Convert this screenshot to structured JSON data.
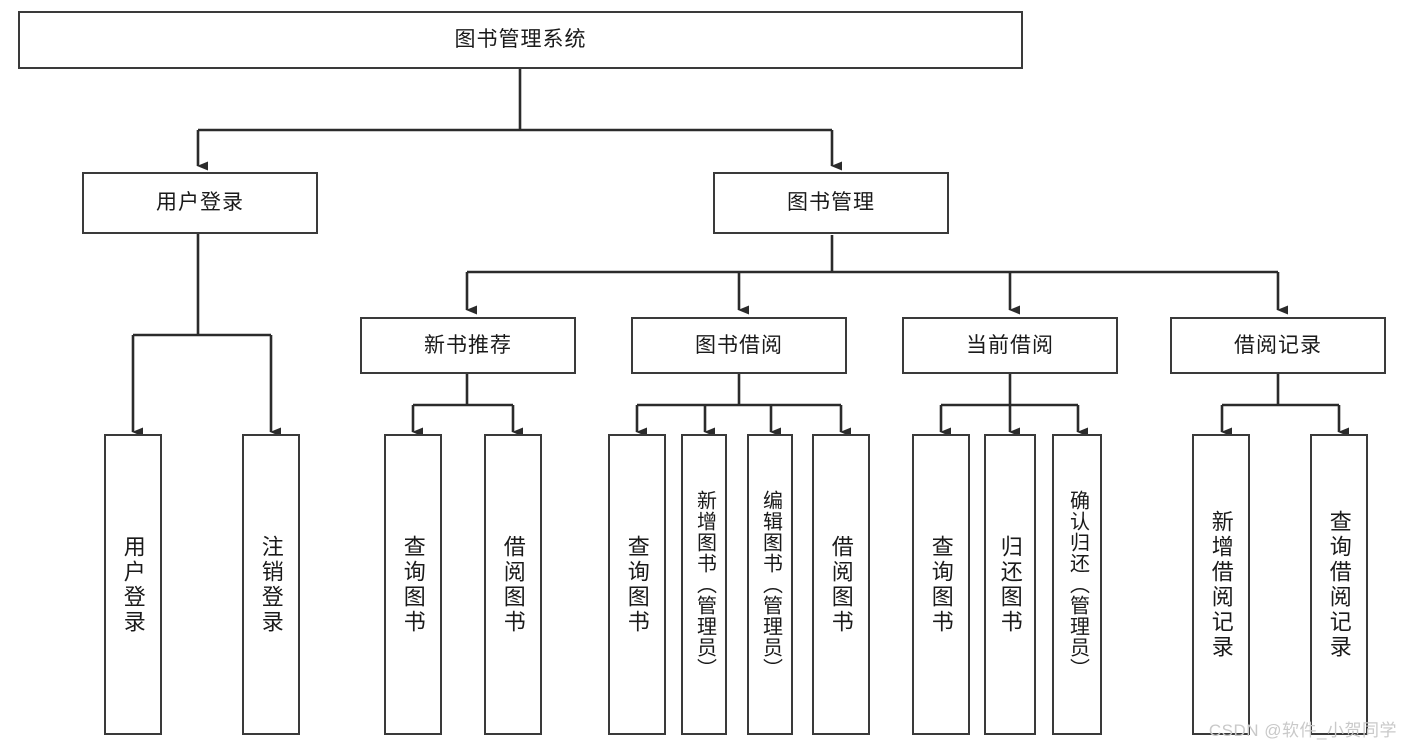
{
  "diagram": {
    "title": "图书管理系统",
    "type": "hierarchy-tree",
    "root": {
      "label": "图书管理系统"
    },
    "level1": [
      {
        "label": "用户登录"
      },
      {
        "label": "图书管理"
      }
    ],
    "level2": [
      {
        "label": "新书推荐",
        "parent": "图书管理"
      },
      {
        "label": "图书借阅",
        "parent": "图书管理"
      },
      {
        "label": "当前借阅",
        "parent": "图书管理"
      },
      {
        "label": "借阅记录",
        "parent": "图书管理"
      }
    ],
    "leaves": {
      "user_login": [
        {
          "label": "用户登录"
        },
        {
          "label": "注销登录"
        }
      ],
      "new_book_recommend": [
        {
          "label": "查询图书"
        },
        {
          "label": "借阅图书"
        }
      ],
      "book_borrow": [
        {
          "label": "查询图书"
        },
        {
          "label": "新增图书（管理员）"
        },
        {
          "label": "编辑图书（管理员）"
        },
        {
          "label": "借阅图书"
        }
      ],
      "current_borrow": [
        {
          "label": "查询图书"
        },
        {
          "label": "归还图书"
        },
        {
          "label": "确认归还（管理员）"
        }
      ],
      "borrow_record": [
        {
          "label": "新增借阅记录"
        },
        {
          "label": "查询借阅记录"
        }
      ]
    },
    "watermark": "CSDN @软件_小贺同学",
    "colors": {
      "border": "#3a3a3a",
      "background": "#ffffff",
      "text": "#1a1a1a",
      "watermark": "#c9c9c9"
    }
  }
}
